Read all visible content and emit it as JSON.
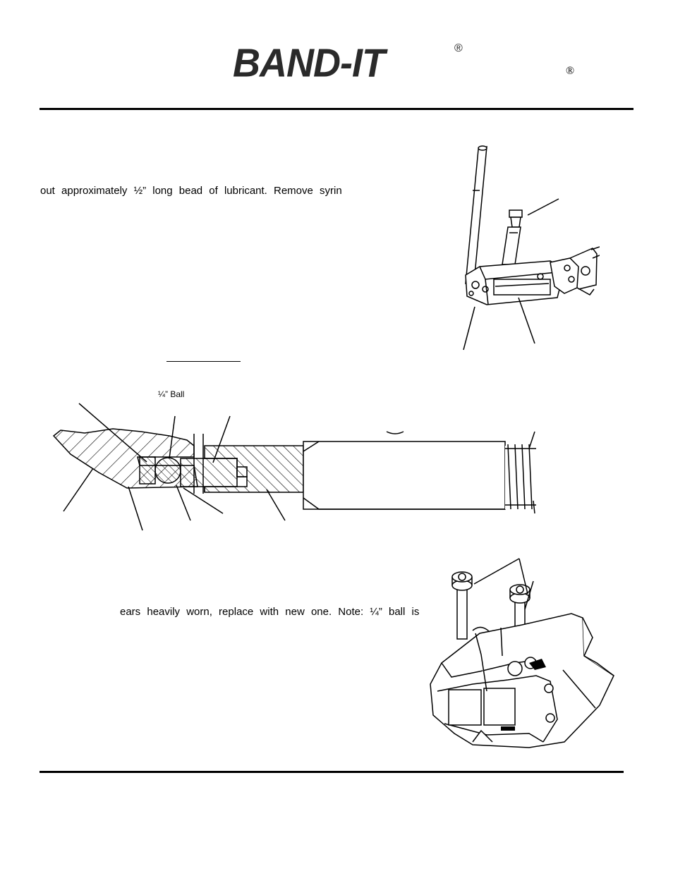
{
  "header": {
    "logo_text": "BAND-IT",
    "logo_reg": "®",
    "reg_mark": "®"
  },
  "body": {
    "text_1": "out approximately ½” long bead of lubricant. Remove syrin",
    "text_2": "ears heavily worn, replace with new one. Note: ¼” ball is"
  },
  "section_diagram": {
    "ball_label": "¼” Ball"
  },
  "illustrations": {
    "tool_with_syringe": "tool-with-syringe-illustration",
    "cross_section": "cross-section-diagram",
    "head_with_screws": "tool-head-with-screws-illustration"
  }
}
